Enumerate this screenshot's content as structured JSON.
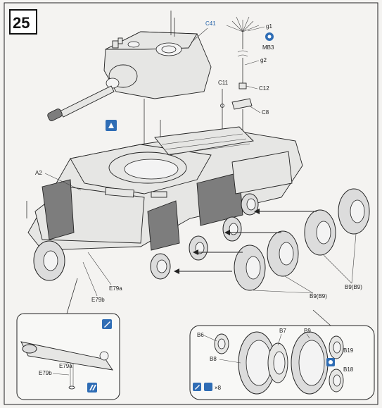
{
  "step": {
    "number": "25"
  },
  "labels": {
    "c41": "C41",
    "g1": "g1",
    "mb3": "MB3",
    "g2": "g2",
    "c11": "C11",
    "c12": "C12",
    "c8": "C8",
    "a2": "A2",
    "e79a": "E79a",
    "e79b": "E79b",
    "b9_b9_right": "B9(B9)",
    "b9_b9_lower": "B9(B9)",
    "b6": "B6",
    "b7": "B7",
    "b9": "B9",
    "b8": "B8",
    "b19": "B19",
    "b18": "B18",
    "x8": "×8",
    "detail_e79b": "E79b",
    "detail_e79a": "E79a"
  },
  "icons": {
    "assembly": "assembly-icon",
    "glue": "glue-icon",
    "paint": "paint-brush-icon",
    "flip": "flip-icon",
    "cut": "cut-icon",
    "mb3": "mb3-icon"
  },
  "colors": {
    "accent": "#2f6db5"
  }
}
